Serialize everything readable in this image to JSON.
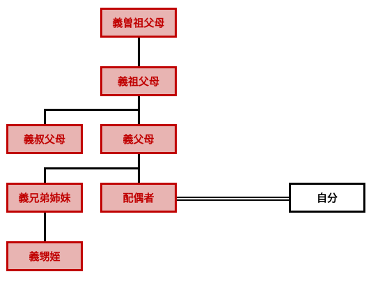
{
  "chart": {
    "nodes": {
      "great_grandparents": "義曽祖父母",
      "grandparents": "義祖父母",
      "uncle_aunt": "義叔父母",
      "parents": "義父母",
      "siblings": "義兄弟姉妹",
      "spouse": "配偶者",
      "nephew_niece": "義甥姪",
      "self": "自分"
    },
    "colors": {
      "relative_border": "#c00000",
      "relative_fill": "#e8b4b2",
      "relative_text": "#c00000",
      "self_border": "#000000",
      "self_fill": "#ffffff",
      "line": "#000000"
    }
  }
}
